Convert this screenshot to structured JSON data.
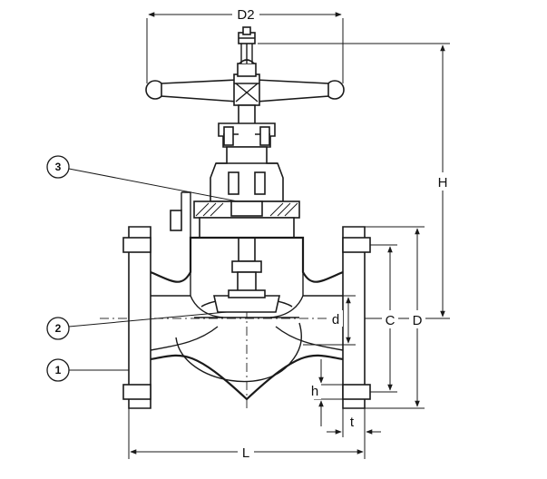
{
  "dimensions": {
    "d2": "D2",
    "h_total": "H",
    "d_small": "d",
    "c": "C",
    "d_large": "D",
    "h_flange": "h",
    "t": "t",
    "l": "L"
  },
  "callouts": [
    "1",
    "2",
    "3"
  ],
  "colors": {
    "line": "#1a1a1a",
    "background": "#ffffff"
  }
}
